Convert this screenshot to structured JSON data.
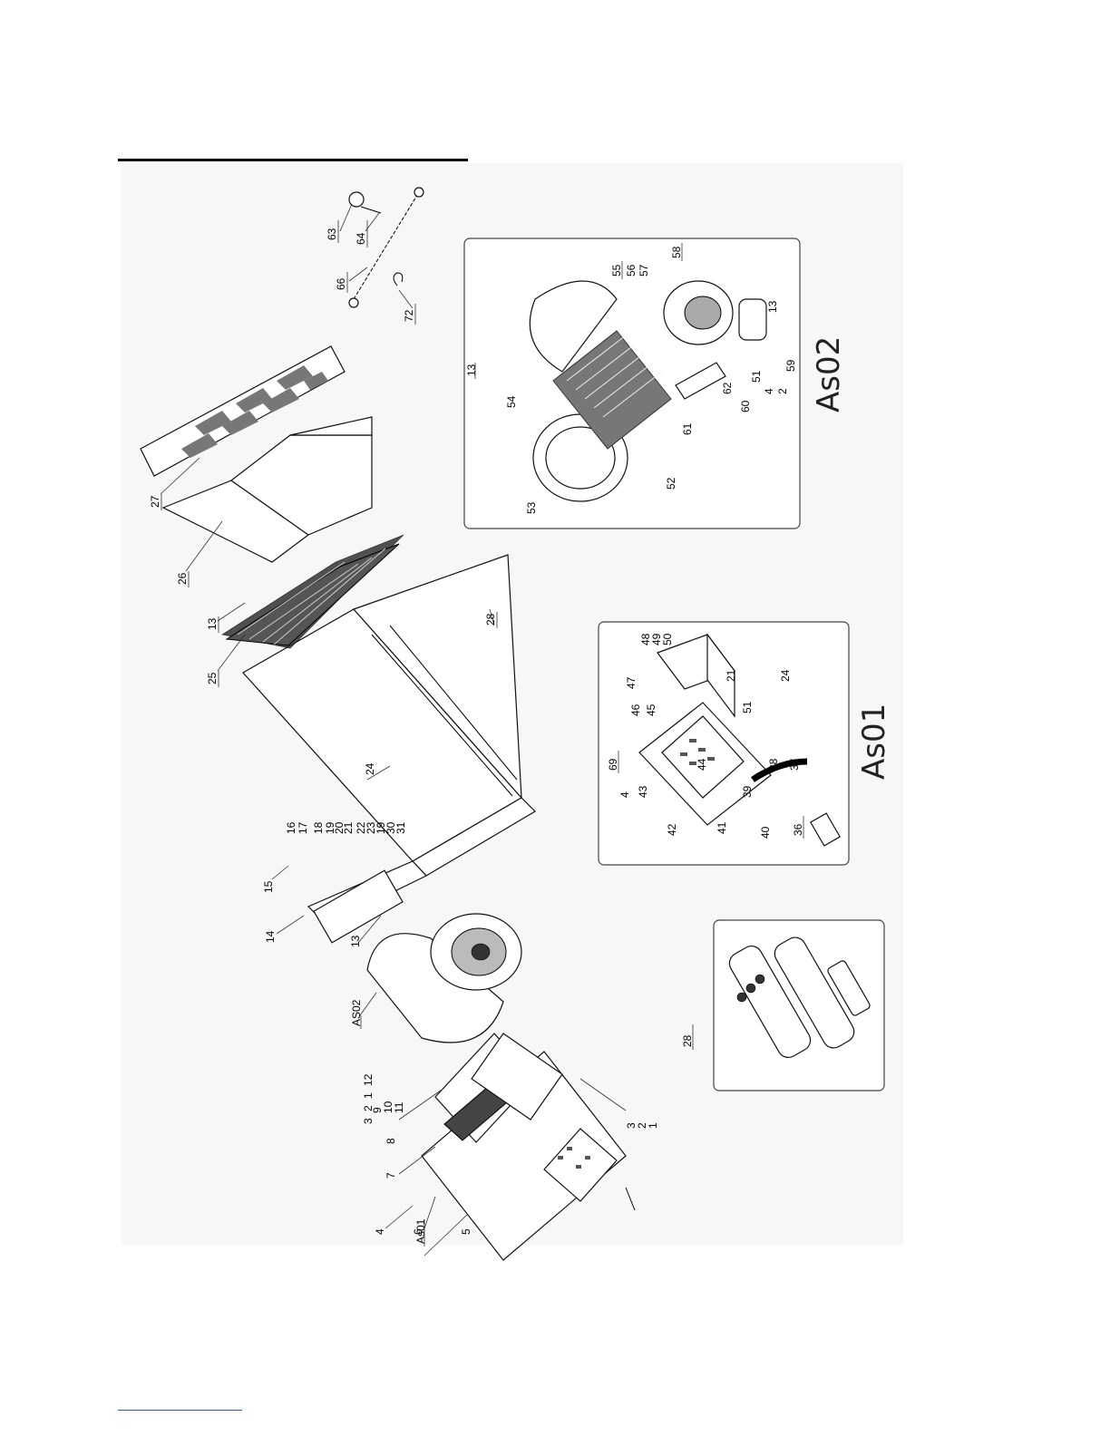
{
  "diagram": {
    "box_labels": {
      "as02": "As02",
      "as01": "As01"
    },
    "part_labels": [
      {
        "id": "p63",
        "text": "63"
      },
      {
        "id": "p64",
        "text": "64"
      },
      {
        "id": "p66",
        "text": "66"
      },
      {
        "id": "p72",
        "text": "72"
      },
      {
        "id": "p27",
        "text": "27"
      },
      {
        "id": "p26",
        "text": "26"
      },
      {
        "id": "p13a",
        "text": "13"
      },
      {
        "id": "p28a",
        "text": "28"
      },
      {
        "id": "p25",
        "text": "25"
      },
      {
        "id": "p24",
        "text": "24"
      },
      {
        "id": "p16",
        "text": "16"
      },
      {
        "id": "p17",
        "text": "17"
      },
      {
        "id": "p18",
        "text": "18"
      },
      {
        "id": "p19",
        "text": "19"
      },
      {
        "id": "p20",
        "text": "20"
      },
      {
        "id": "p21",
        "text": "21"
      },
      {
        "id": "p22",
        "text": "22"
      },
      {
        "id": "p23",
        "text": "23"
      },
      {
        "id": "p19b",
        "text": "19"
      },
      {
        "id": "p30",
        "text": "30"
      },
      {
        "id": "p31",
        "text": "31"
      },
      {
        "id": "p15",
        "text": "15"
      },
      {
        "id": "p14",
        "text": "14"
      },
      {
        "id": "p13b",
        "text": "13"
      },
      {
        "id": "pAs02",
        "text": "AS02"
      },
      {
        "id": "p12",
        "text": "12"
      },
      {
        "id": "p1a",
        "text": "1"
      },
      {
        "id": "p2a",
        "text": "2"
      },
      {
        "id": "p3a",
        "text": "3"
      },
      {
        "id": "p9",
        "text": "9"
      },
      {
        "id": "p10",
        "text": "10"
      },
      {
        "id": "p11",
        "text": "11"
      },
      {
        "id": "p8",
        "text": "8"
      },
      {
        "id": "p7",
        "text": "7"
      },
      {
        "id": "p6",
        "text": "6"
      },
      {
        "id": "p5",
        "text": "5"
      },
      {
        "id": "p4a",
        "text": "4"
      },
      {
        "id": "pAs01",
        "text": "As01"
      },
      {
        "id": "p3b",
        "text": "3"
      },
      {
        "id": "p2b",
        "text": "2"
      },
      {
        "id": "p1b",
        "text": "1"
      },
      {
        "id": "b13",
        "text": "13"
      },
      {
        "id": "b55",
        "text": "55"
      },
      {
        "id": "b56",
        "text": "56"
      },
      {
        "id": "b57",
        "text": "57"
      },
      {
        "id": "b58",
        "text": "58"
      },
      {
        "id": "b54",
        "text": "54"
      },
      {
        "id": "b13c",
        "text": "13"
      },
      {
        "id": "b59",
        "text": "59"
      },
      {
        "id": "b51",
        "text": "51"
      },
      {
        "id": "b4",
        "text": "4"
      },
      {
        "id": "b2",
        "text": "2"
      },
      {
        "id": "b60",
        "text": "60"
      },
      {
        "id": "b62",
        "text": "62"
      },
      {
        "id": "b61",
        "text": "61"
      },
      {
        "id": "b53",
        "text": "53"
      },
      {
        "id": "b52",
        "text": "52"
      },
      {
        "id": "c48",
        "text": "48"
      },
      {
        "id": "c49",
        "text": "49"
      },
      {
        "id": "c50",
        "text": "50"
      },
      {
        "id": "c21",
        "text": "21"
      },
      {
        "id": "c24",
        "text": "24"
      },
      {
        "id": "c51",
        "text": "51"
      },
      {
        "id": "c47",
        "text": "47"
      },
      {
        "id": "c46",
        "text": "46"
      },
      {
        "id": "c45",
        "text": "45"
      },
      {
        "id": "c69",
        "text": "69"
      },
      {
        "id": "c4",
        "text": "4"
      },
      {
        "id": "c43",
        "text": "43"
      },
      {
        "id": "c44",
        "text": "44"
      },
      {
        "id": "c38",
        "text": "38"
      },
      {
        "id": "c37",
        "text": "37"
      },
      {
        "id": "c42",
        "text": "42"
      },
      {
        "id": "c39",
        "text": "39"
      },
      {
        "id": "c41",
        "text": "41"
      },
      {
        "id": "c40",
        "text": "40"
      },
      {
        "id": "c36",
        "text": "36"
      },
      {
        "id": "d28",
        "text": "28"
      }
    ]
  }
}
